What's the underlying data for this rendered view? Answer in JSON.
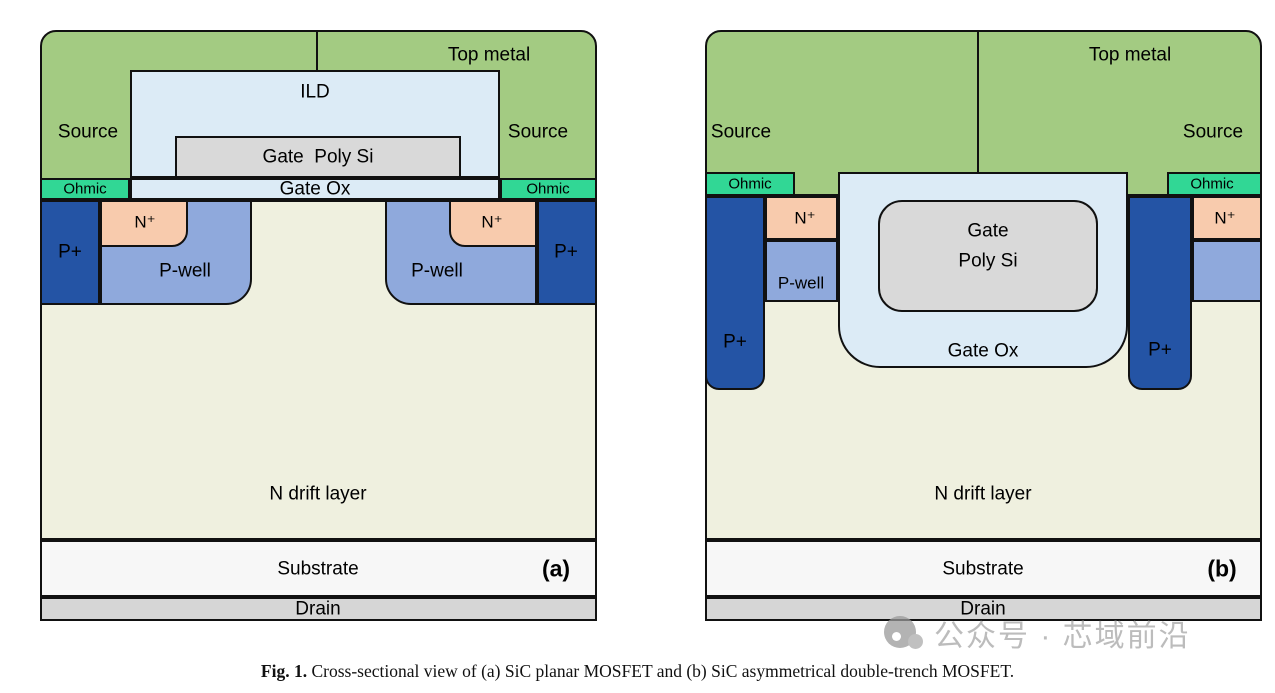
{
  "figure": {
    "caption_label": "Fig. 1.",
    "caption_text": " Cross-sectional view of (a) SiC planar MOSFET and (b) SiC asymmetrical double-trench MOSFET."
  },
  "watermark": {
    "text": "公众号 · 芯域前沿"
  },
  "colors": {
    "top_metal": "#a3cb82",
    "ohmic": "#31d795",
    "ild": "#dcebf6",
    "gate_ox": "#dcebf6",
    "poly": "#d9d9d9",
    "p_plus": "#2454a5",
    "p_well": "#8fa9dc",
    "n_plus": "#f8cbad",
    "n_drift": "#eff0df",
    "substrate": "#f7f7f7",
    "drain": "#d6d6d6"
  },
  "panel_a": {
    "label": "(a)",
    "top_metal": "Top metal",
    "source_left": "Source",
    "source_right": "Source",
    "ild": "ILD",
    "gate_poly": "Gate  Poly Si",
    "gate_ox": "Gate Ox",
    "ohmic_left": "Ohmic",
    "ohmic_right": "Ohmic",
    "n_plus_left": "N⁺",
    "n_plus_right": "N⁺",
    "p_well_left": "P-well",
    "p_well_right": "P-well",
    "p_plus_left": "P+",
    "p_plus_right": "P+",
    "n_drift": "N drift layer",
    "substrate": "Substrate",
    "drain": "Drain"
  },
  "panel_b": {
    "label": "(b)",
    "top_metal": "Top metal",
    "source_left": "Source",
    "source_right": "Source",
    "ohmic_left": "Ohmic",
    "ohmic_right": "Ohmic",
    "n_plus_left": "N⁺",
    "n_plus_right": "N⁺",
    "p_well_left": "P-well",
    "gate_line1": "Gate",
    "gate_line2": "Poly Si",
    "gate_ox": "Gate Ox",
    "p_plus_left": "P+",
    "p_plus_right": "P+",
    "n_drift": "N drift layer",
    "substrate": "Substrate",
    "drain": "Drain"
  }
}
